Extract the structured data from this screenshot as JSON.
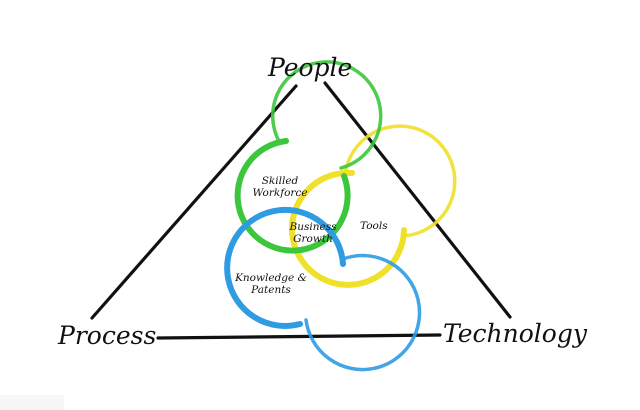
{
  "corners": {
    "top": "People",
    "left": "Process",
    "right": "Technology"
  },
  "circles": {
    "green": {
      "label_line1": "Skilled",
      "label_line2": "Workforce",
      "color": "#3cc63c"
    },
    "yellow": {
      "label": "Tools",
      "color": "#f0e02a"
    },
    "blue": {
      "label_line1": "Knowledge &",
      "label_line2": "Patents",
      "color": "#2f9be2"
    }
  },
  "center": {
    "line1": "Business",
    "line2": "Growth"
  },
  "colors": {
    "lines": "#111111",
    "background": "#ffffff"
  }
}
